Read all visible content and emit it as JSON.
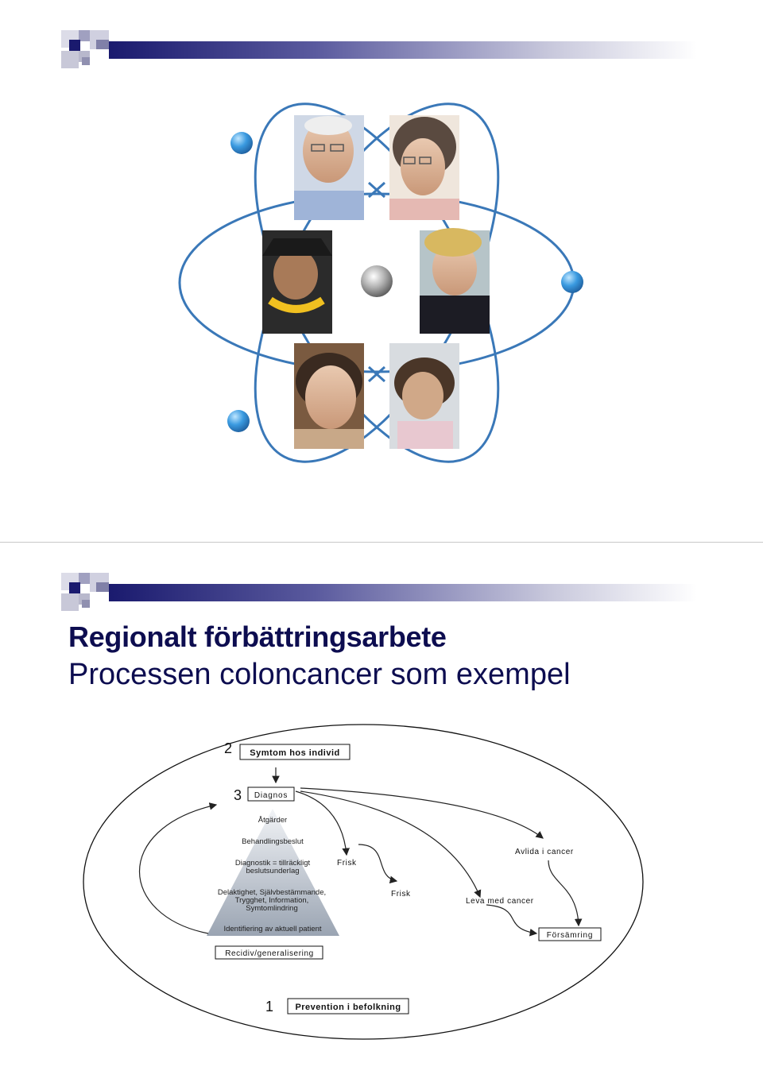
{
  "slide1": {
    "photos": [
      "elderly-man",
      "elderly-woman",
      "woman-with-lei",
      "young-man",
      "smiling-woman",
      "child"
    ]
  },
  "slide2": {
    "title_line1": "Regionalt förbättringsarbete",
    "title_line2": "Processen coloncancer  som exempel",
    "diagram": {
      "step2_number": "2",
      "step2_label": "Symtom hos individ",
      "step3_number": "3",
      "step3_label": "Diagnos",
      "pyramid": {
        "level1": "Åtgärder",
        "level2": "Behandlingsbeslut",
        "level3_line1": "Diagnostik = tillräckligt",
        "level3_line2": "beslutsunderlag",
        "level4_line1": "Delaktighet, Självbestämmande,",
        "level4_line2": "Trygghet, Information,",
        "level4_line3": "Symtomlindring",
        "level5": "Identifiering av aktuell patient"
      },
      "frisk1": "Frisk",
      "frisk2": "Frisk",
      "avlida": "Avlida i cancer",
      "leva": "Leva med cancer",
      "forsamring": "Försämring",
      "recidiv": "Recidiv/generalisering",
      "step1_number": "1",
      "step1_label": "Prevention i befolkning"
    }
  },
  "colors": {
    "title": "#0d0d50",
    "header_dark": "#1a1a6e",
    "orbit": "#3a78b8",
    "electron": "#2f86cc",
    "nucleus": "#9a9a9a"
  }
}
